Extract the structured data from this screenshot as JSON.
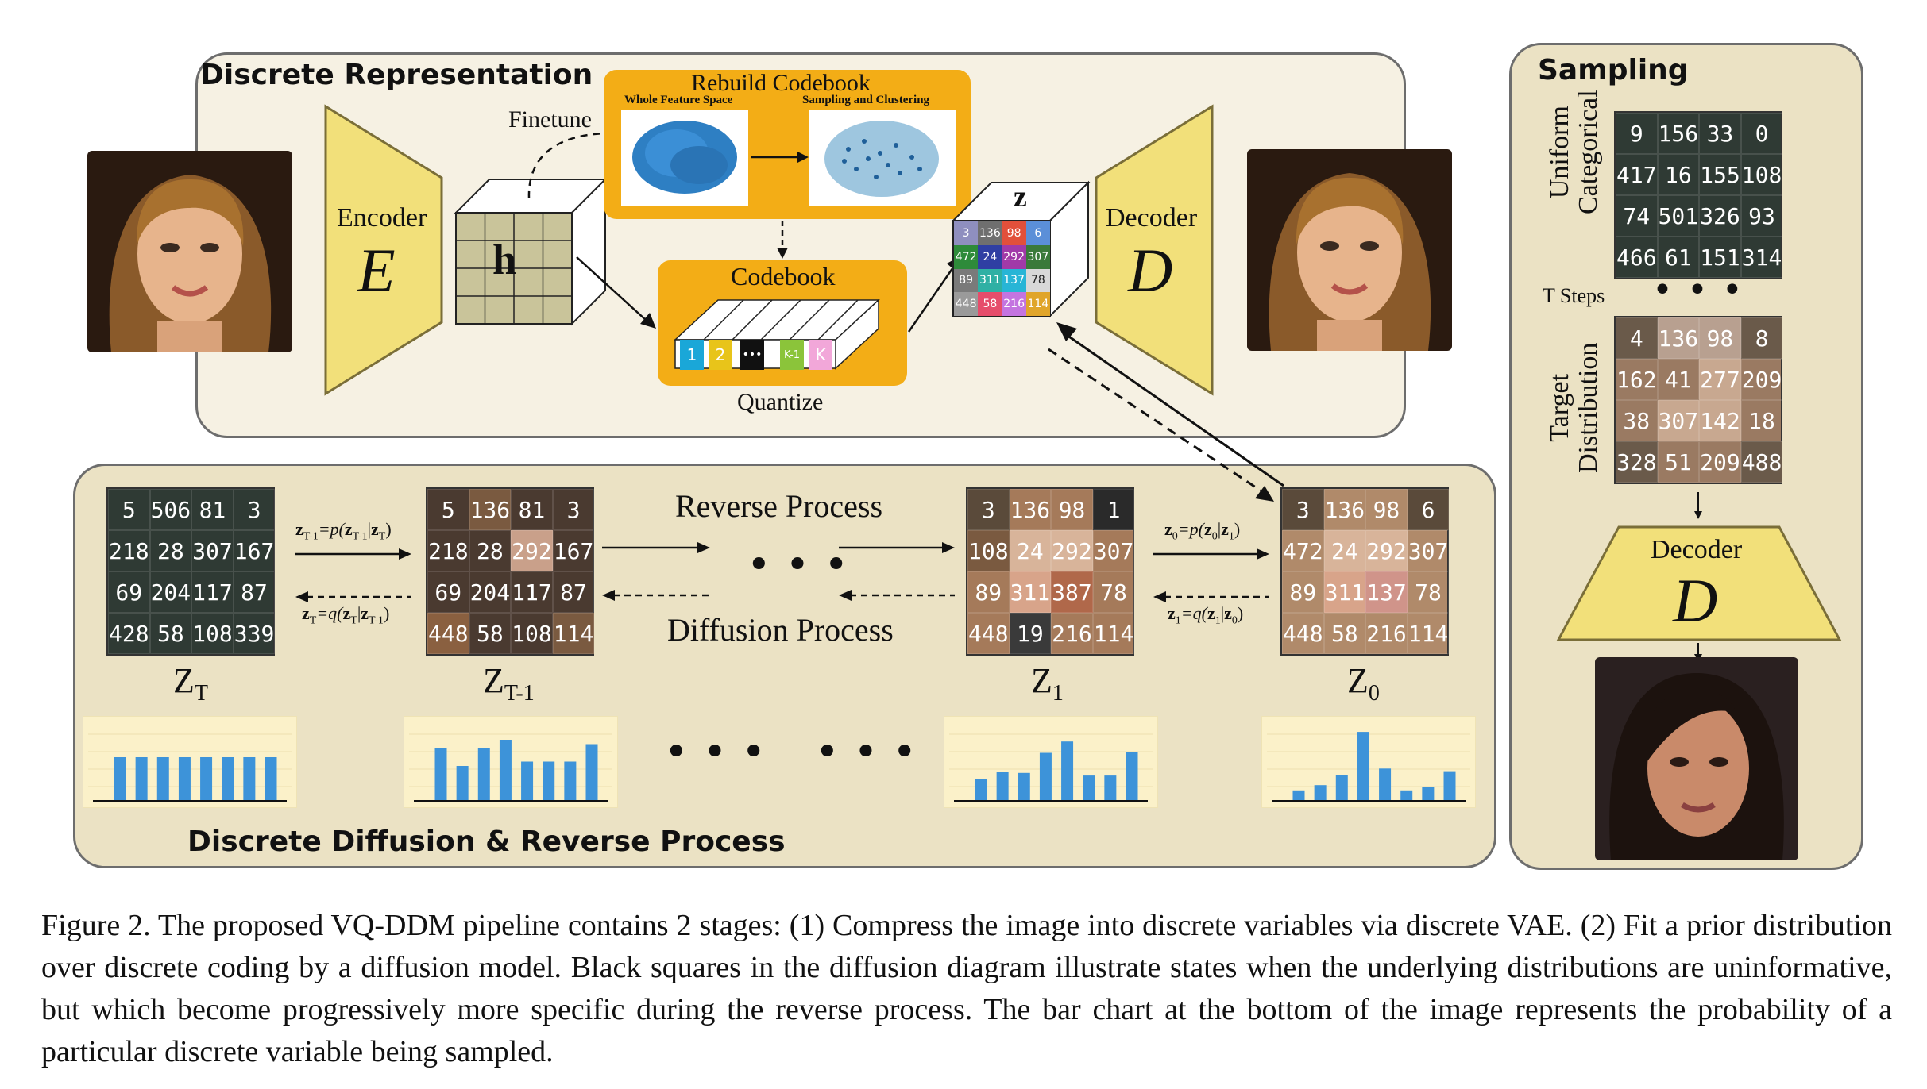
{
  "top": {
    "title": "Discrete Representation",
    "encoder_label": "Encoder",
    "encoder_symbol": "E",
    "decoder_label": "Decoder",
    "decoder_symbol": "D",
    "h_symbol": "h",
    "z_symbol": "z",
    "finetune_label": "Finetune",
    "rebuild_title": "Rebuild Codebook",
    "whole_feature_label": "Whole Feature Space",
    "sampling_clustering_label": "Sampling and Clustering",
    "codebook_title": "Codebook",
    "quantize_label": "Quantize",
    "codebook_tokens": [
      "1",
      "2",
      "•••",
      "K-1",
      "K"
    ],
    "z_grid": [
      "3",
      "136",
      "98",
      "6",
      "472",
      "24",
      "292",
      "307",
      "89",
      "311",
      "137",
      "78",
      "448",
      "58",
      "216",
      "114"
    ]
  },
  "bottom": {
    "title": "Discrete Diffusion & Reverse Process",
    "reverse_label": "Reverse Process",
    "diffusion_label": "Diffusion Process",
    "grids": [
      {
        "label_main": "Z",
        "label_sub": "T",
        "values": [
          "5",
          "506",
          "81",
          "3",
          "218",
          "28",
          "307",
          "167",
          "69",
          "204",
          "117",
          "87",
          "428",
          "58",
          "108",
          "339"
        ]
      },
      {
        "label_main": "Z",
        "label_sub": "T-1",
        "values": [
          "5",
          "136",
          "81",
          "3",
          "218",
          "28",
          "292",
          "167",
          "69",
          "204",
          "117",
          "87",
          "448",
          "58",
          "108",
          "114"
        ]
      },
      {
        "label_main": "Z",
        "label_sub": "1",
        "values": [
          "3",
          "136",
          "98",
          "1",
          "108",
          "24",
          "292",
          "307",
          "89",
          "311",
          "387",
          "78",
          "448",
          "19",
          "216",
          "114"
        ]
      },
      {
        "label_main": "Z",
        "label_sub": "0",
        "values": [
          "3",
          "136",
          "98",
          "6",
          "472",
          "24",
          "292",
          "307",
          "89",
          "311",
          "137",
          "78",
          "448",
          "58",
          "216",
          "114"
        ]
      }
    ],
    "eq_reverse_1": "z_{T-1}=p(z_{T-1}|z_T)",
    "eq_diffusion_1": "z_T=q(z_T|z_{T-1})",
    "eq_reverse_2": "z_0=p(z_0|z_1)",
    "eq_diffusion_2": "z_1=q(z_1|z_0)",
    "eq_parts": {
      "r1": {
        "lhs": "z",
        "lhs_sub": "T-1",
        "fn": "=p(",
        "a": "z",
        "a_sub": "T-1",
        "bar": "|",
        "b": "z",
        "b_sub": "T",
        "end": ")"
      },
      "d1": {
        "lhs": "z",
        "lhs_sub": "T",
        "fn": "=q(",
        "a": "z",
        "a_sub": "T",
        "bar": "|",
        "b": "z",
        "b_sub": "T-1",
        "end": ")"
      },
      "r2": {
        "lhs": "z",
        "lhs_sub": "0",
        "fn": "=p(",
        "a": "z",
        "a_sub": "0",
        "bar": "|",
        "b": "z",
        "b_sub": "1",
        "end": ")"
      },
      "d2": {
        "lhs": "z",
        "lhs_sub": "1",
        "fn": "=q(",
        "a": "z",
        "a_sub": "1",
        "bar": "|",
        "b": "z",
        "b_sub": "0",
        "end": ")"
      }
    },
    "bar_charts": [
      {
        "values": [
          5,
          5,
          5,
          5,
          5,
          5,
          5,
          5
        ]
      },
      {
        "values": [
          6,
          4,
          6,
          7,
          4.5,
          4.5,
          4.5,
          6.5
        ]
      },
      {
        "values": [
          2.5,
          3.3,
          3.2,
          5.5,
          6.8,
          2.9,
          2.9,
          5.6
        ]
      },
      {
        "values": [
          1.2,
          1.8,
          3.0,
          7.9,
          3.7,
          1.2,
          1.6,
          3.4
        ]
      }
    ]
  },
  "side": {
    "title": "Sampling",
    "uniform_label_1": "Uniform",
    "uniform_label_2": "Categorical",
    "t_steps_label": "T Steps",
    "target_label_1": "Target",
    "target_label_2": "Distribution",
    "decoder_label": "Decoder",
    "decoder_symbol": "D",
    "uniform_grid": [
      "9",
      "156",
      "33",
      "0",
      "417",
      "16",
      "155",
      "108",
      "74",
      "501",
      "326",
      "93",
      "466",
      "61",
      "151",
      "314"
    ],
    "target_grid": [
      "4",
      "136",
      "98",
      "8",
      "162",
      "41",
      "277",
      "209",
      "38",
      "307",
      "142",
      "18",
      "328",
      "51",
      "209",
      "488"
    ]
  },
  "caption": "Figure 2. The proposed VQ-DDM pipeline contains 2 stages: (1) Compress the image into discrete variables via discrete VAE. (2) Fit a prior distribution over discrete coding by a diffusion model. Black squares in the diffusion diagram illustrate states when the underlying distributions are uninformative, but which become progressively more specific during the reverse process. The bar chart at the bottom of the image represents the probability of a particular discrete variable being sampled."
}
